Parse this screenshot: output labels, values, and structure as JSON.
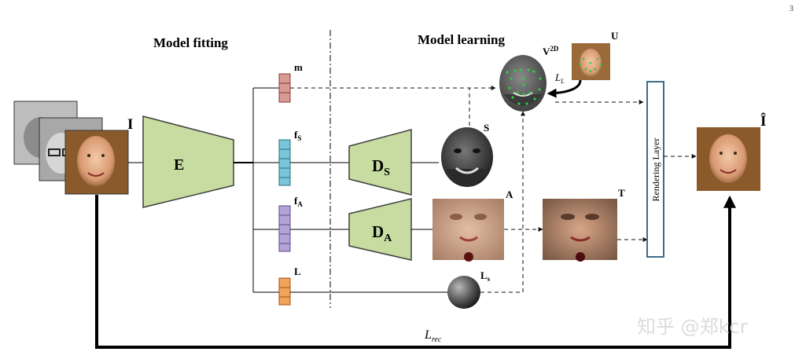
{
  "page_number": "3",
  "headers": {
    "fitting": "Model fitting",
    "learning": "Model learning"
  },
  "labels": {
    "input": "I",
    "encoder": "E",
    "m": "m",
    "fs_main": "f",
    "fs_sub": "S",
    "fa_main": "f",
    "fa_sub": "A",
    "l_code": "L",
    "ds_main": "D",
    "ds_sub": "S",
    "da_main": "D",
    "da_sub": "A",
    "shape": "S",
    "albedo": "A",
    "texture": "T",
    "ls_main": "L",
    "ls_sub": "s",
    "v2d_main": "V",
    "v2d_sup": "2D",
    "u": "U",
    "ll_main": "L",
    "ll_sub": "L",
    "rendering": "Rendering Layer",
    "output": "Î",
    "lrec_main": "L",
    "lrec_sub": "rec"
  },
  "watermark": "知乎 @郑kcr",
  "colors": {
    "block_fill": "#c6dca0",
    "m_code": "#d99a93",
    "fs_code": "#77c7d8",
    "fa_code": "#b5a3d6",
    "l_code": "#f2a45a",
    "render_border": "#3b6d8c"
  }
}
